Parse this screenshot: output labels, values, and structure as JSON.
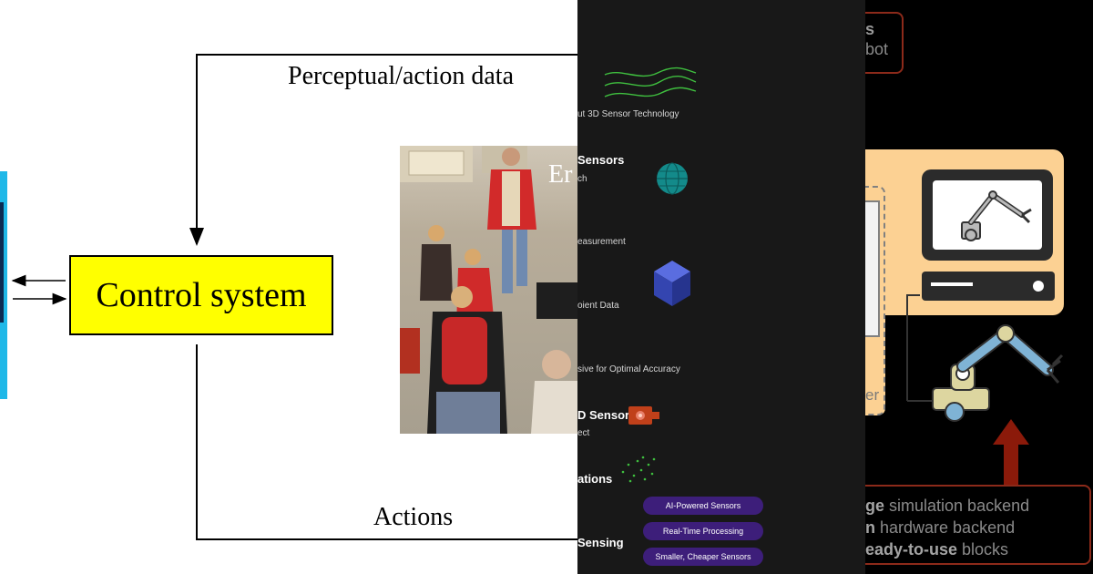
{
  "panel1": {
    "feedback_label": "Perceptual/action data",
    "control_label": "Control system",
    "actions_label": "Actions",
    "photo_text": "Er",
    "colors": {
      "box": "#ffff00",
      "strip": "#1fb8e8"
    }
  },
  "panel2": {
    "lines": [
      "ut 3D Sensor Technology",
      "Sensors",
      "ch",
      "easurement",
      "oient Data",
      "sive for Optimal Accuracy",
      "D Sensor",
      "ect",
      "ations",
      "Sensing"
    ],
    "pills": [
      "AI-Powered Sensors",
      "Real-Time Processing",
      "Smaller, Cheaper Sensors"
    ],
    "icons": [
      "wave-icon",
      "globe-icon",
      "cube-icon",
      "camera-icon",
      "dots-icon"
    ],
    "colors": {
      "accent": "#3d1e7a",
      "wave": "#3fbf3f",
      "globe": "#138a8a",
      "cube": "#3e4fc4",
      "camera": "#c0401a"
    }
  },
  "panel3": {
    "top_bold": "s",
    "top_text": "bot",
    "side_text": "er",
    "bottom_lines": [
      {
        "bold": "ge",
        "text": " simulation backend"
      },
      {
        "bold": "n",
        "text": " hardware backend"
      },
      {
        "bold": "eady-to-use",
        "text": " blocks"
      }
    ],
    "icons": [
      "monitor-icon",
      "robot-arm-icon",
      "computer-case-icon",
      "up-arrow-icon"
    ],
    "colors": {
      "peach": "#fcd193",
      "arrow": "#8b1a0a",
      "arm": "#7fb3d5"
    }
  }
}
